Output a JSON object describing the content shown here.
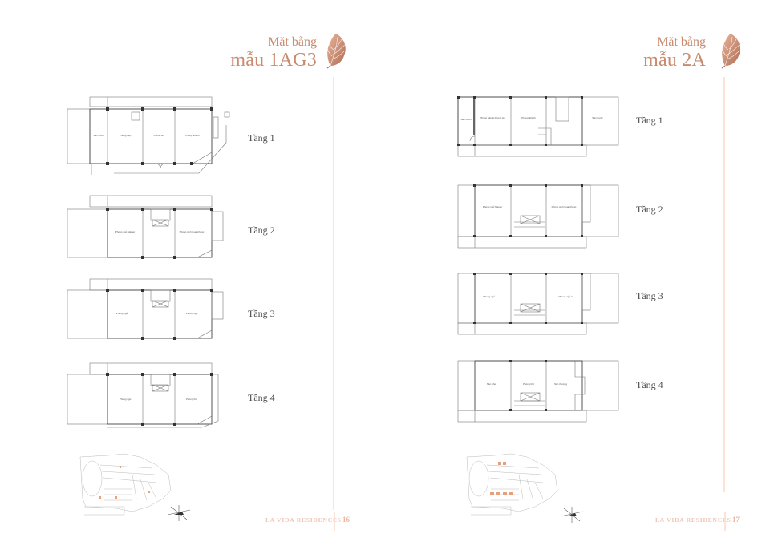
{
  "spread": {
    "left_page": {
      "title_small": "Mặt bằng",
      "title_big": "mẫu 1AG3",
      "floors": [
        {
          "label": "Tầng 1",
          "rooms": [
            "Sân vườn",
            "Phòng bếp",
            "Phòng ăn",
            "Phòng khách"
          ]
        },
        {
          "label": "Tầng 2",
          "rooms": [
            "Phòng ngủ Master",
            "Phòng sinh hoạt chung"
          ]
        },
        {
          "label": "Tầng 3",
          "rooms": [
            "Phòng ngủ",
            "Phòng ngủ"
          ]
        },
        {
          "label": "Tầng 4",
          "rooms": [
            "Phòng ngủ",
            "Phòng thờ"
          ]
        }
      ],
      "footer_brand": "LA VIDA RESIDENCES",
      "page_number": "16",
      "feather_icon": "feather-icon",
      "site_map": "site-plan-map",
      "compass": "compass-rose-icon"
    },
    "right_page": {
      "title_small": "Mặt bằng",
      "title_big": "mẫu 2A",
      "floors": [
        {
          "label": "Tầng 1",
          "rooms": [
            "Sân vườn",
            "Phòng bếp & Phòng ăn",
            "Phòng khách",
            "Sân trước"
          ]
        },
        {
          "label": "Tầng 2",
          "rooms": [
            "Phòng ngủ Master",
            "Phòng sinh hoạt chung"
          ]
        },
        {
          "label": "Tầng 3",
          "rooms": [
            "Phòng ngủ 1",
            "Phòng ngủ 2"
          ]
        },
        {
          "label": "Tầng 4",
          "rooms": [
            "Sân phơi",
            "Phòng thờ",
            "Sân thượng"
          ]
        }
      ],
      "footer_brand": "LA VIDA RESIDENCES",
      "page_number": "17",
      "feather_icon": "feather-icon",
      "site_map": "site-plan-map",
      "compass": "compass-rose-icon"
    }
  },
  "colors": {
    "accent": "#c98a6e",
    "accent_light": "#fbe3d8",
    "highlight_unit": "#e8a07a",
    "line": "#555555"
  }
}
